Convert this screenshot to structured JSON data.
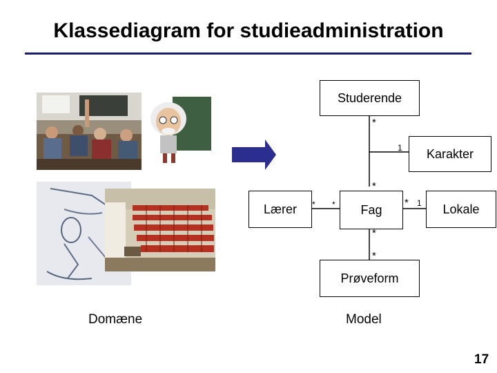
{
  "title": "Klassediagram for studieadministration",
  "classes": {
    "studerende": "Studerende",
    "karakter": "Karakter",
    "laerer": "Lærer",
    "fag": "Fag",
    "lokale": "Lokale",
    "proveform": "Prøveform"
  },
  "multiplicities": {
    "studerende_bottom": "*",
    "karakter_left": "1",
    "fag_top": "*",
    "laerer_right": "*",
    "fag_left": "*",
    "fag_right": "*",
    "lokale_left": "1",
    "fag_bottom": "*",
    "proveform_top": "*"
  },
  "captions": {
    "domain": "Domæne",
    "model": "Model"
  },
  "page_number": "17",
  "colors": {
    "arrow": "#2b2d8f",
    "rule": "#1b1b6b",
    "seats": "#b5301e"
  }
}
